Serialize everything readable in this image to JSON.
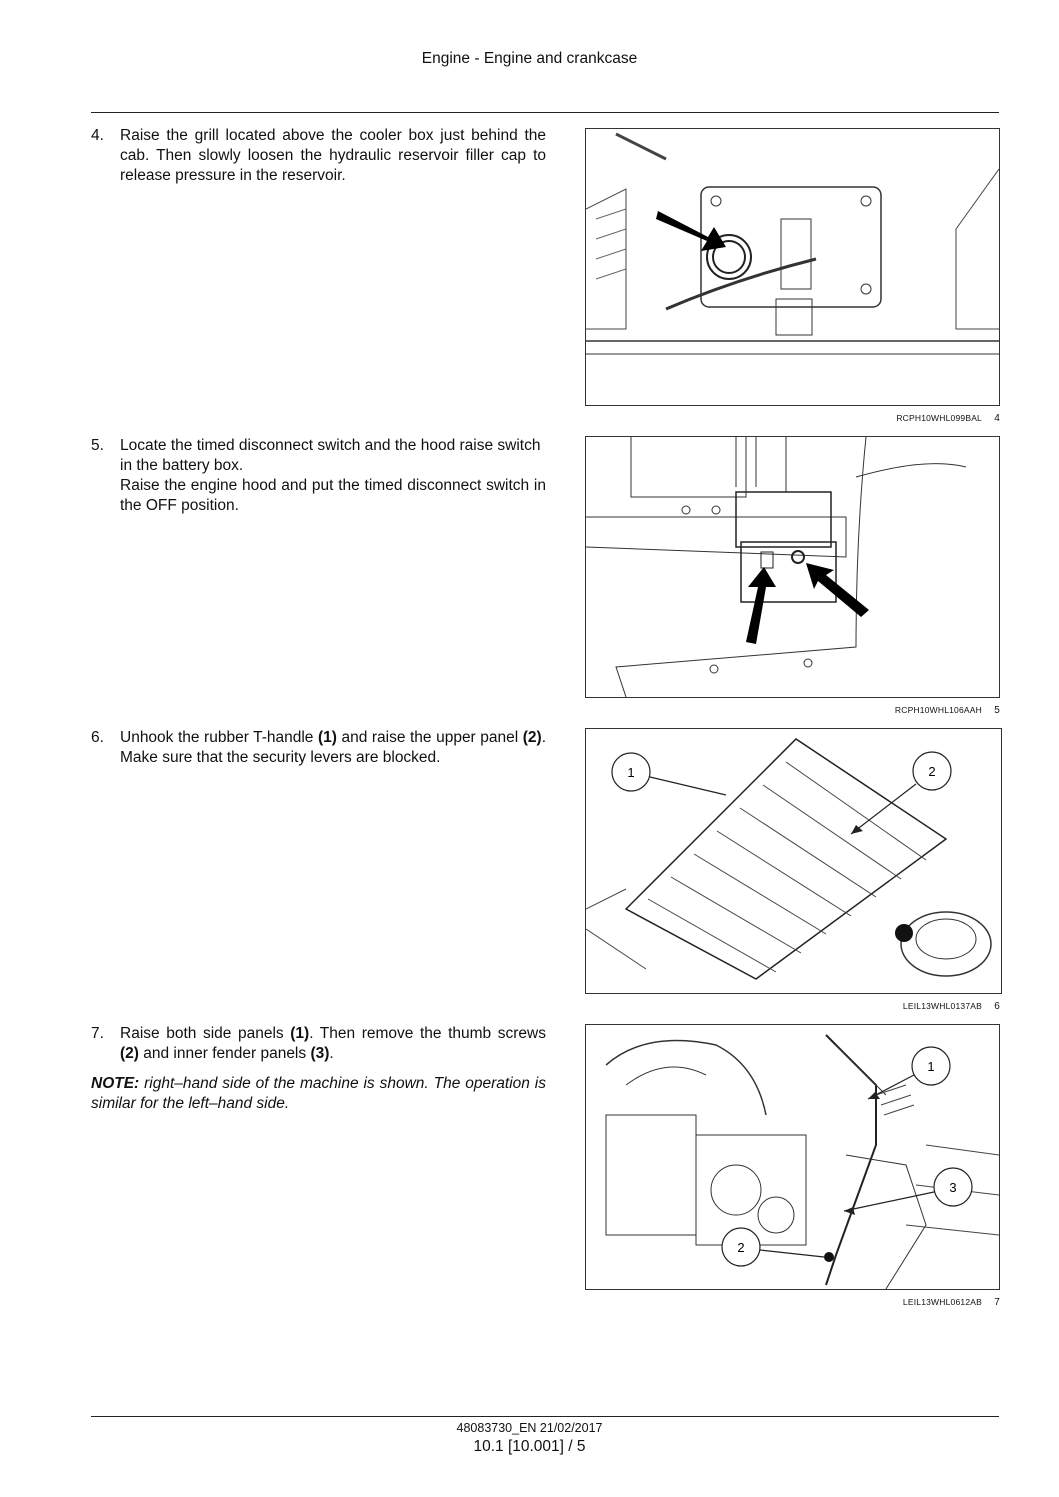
{
  "header": {
    "title": "Engine - Engine and crankcase"
  },
  "steps": [
    {
      "num": "4.",
      "text": "Raise the grill located above the cooler box just behind the cab.  Then slowly loosen the hydraulic reservoir filler cap to release pressure in the reservoir."
    },
    {
      "num": "5.",
      "line1": "Locate the timed disconnect switch and the hood raise switch in the battery box.",
      "line2": "Raise the engine hood and put the timed disconnect switch in the OFF position."
    },
    {
      "num": "6.",
      "t1": "Unhook the rubber T-handle ",
      "b1": "(1)",
      "t2": " and raise the upper panel ",
      "b2": "(2)",
      "t3": ".  Make sure that the security levers are blocked."
    },
    {
      "num": "7.",
      "t1": "Raise both side panels ",
      "b1": "(1)",
      "t2": ".  Then remove the thumb screws ",
      "b2": "(2)",
      "t3": " and inner fender panels ",
      "b3": "(3)",
      "t4": ".",
      "note_label": "NOTE:",
      "note_text": " right–hand side of the machine is shown. The operation is similar for the left–hand side."
    }
  ],
  "figures": [
    {
      "code": "RCPH10WHL099BAL",
      "number": "4"
    },
    {
      "code": "RCPH10WHL106AAH",
      "number": "5"
    },
    {
      "code": "LEIL13WHL0137AB",
      "number": "6",
      "callouts": [
        "1",
        "2"
      ]
    },
    {
      "code": "LEIL13WHL0612AB",
      "number": "7",
      "callouts": [
        "1",
        "3",
        "2"
      ]
    }
  ],
  "footer": {
    "doc": "48083730_EN 21/02/2017",
    "page": "10.1 [10.001] / 5"
  }
}
